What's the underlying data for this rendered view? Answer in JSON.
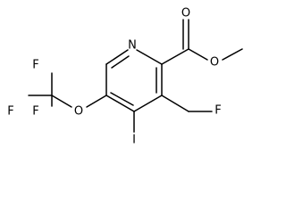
{
  "molecule": {
    "atoms": {
      "n": "N",
      "o_carbonyl": "O",
      "o_ester": "O",
      "f_fluoromethyl": "F",
      "i": "I",
      "o_ether": "O",
      "f_cf3_top": "F",
      "f_cf3_left": "F",
      "f_cf3_bottom": "F"
    },
    "colors": {
      "bond": "#000000",
      "label": "#000000",
      "background": "#ffffff"
    }
  }
}
